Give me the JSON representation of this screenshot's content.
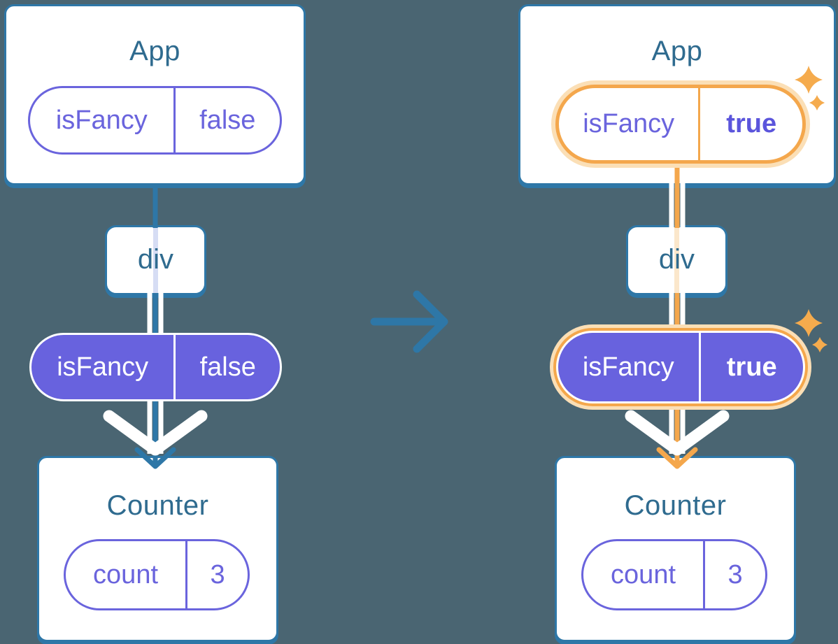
{
  "diagram": {
    "before": {
      "app": {
        "title": "App",
        "state": {
          "key": "isFancy",
          "value": "false"
        }
      },
      "wrapper": {
        "label": "div"
      },
      "counter": {
        "title": "Counter",
        "state": {
          "key": "count",
          "value": "3"
        }
      }
    },
    "after": {
      "app": {
        "title": "App",
        "state": {
          "key": "isFancy",
          "value": "true"
        }
      },
      "wrapper": {
        "label": "div"
      },
      "counter": {
        "title": "Counter",
        "state": {
          "key": "count",
          "value": "3"
        }
      }
    }
  },
  "icons": {
    "transition_arrow": "right-arrow",
    "sparkles": "four-point-sparkle",
    "flow_arrowhead": "down-arrowhead",
    "flow_chevron": "down-chevron"
  },
  "colors": {
    "background": "#4A6572",
    "card_border": "#2E77A7",
    "title_text": "#2F6B8F",
    "purple_outline": "#6A64DD",
    "purple_fill": "#6862DE",
    "bold_true_text": "#5B55DC",
    "highlight_orange": "#F4A74C",
    "highlight_glow": "#FBDFB6",
    "sparkle": "#F5AB4D",
    "stripe_lavender": "#D6DDF4",
    "stripe_peach": "#FBE7CB",
    "white": "#FFFFFF"
  }
}
